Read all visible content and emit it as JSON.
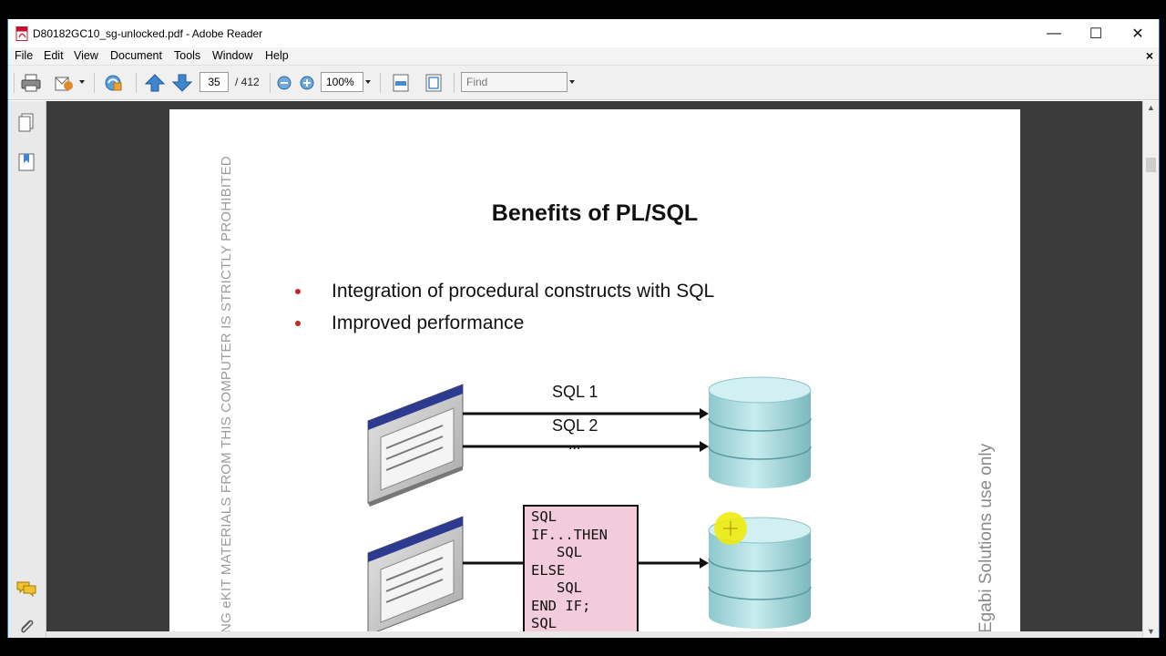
{
  "window": {
    "title": "D80182GC10_sg-unlocked.pdf - Adobe Reader",
    "controls": {
      "minimize": "—",
      "maximize": "☐",
      "close": "✕"
    }
  },
  "menubar": {
    "items": [
      "File",
      "Edit",
      "View",
      "Document",
      "Tools",
      "Window",
      "Help"
    ],
    "close_doc": "×"
  },
  "toolbar": {
    "current_page": "35",
    "total_pages": "/ 412",
    "zoom": "100%",
    "find_placeholder": "Find"
  },
  "icons": {
    "print": "printer-icon",
    "email": "envelope-icon",
    "create": "create-pdf-icon",
    "prev": "arrow-up-icon",
    "next": "arrow-down-icon",
    "zoom_out": "zoom-out-icon",
    "zoom_in": "zoom-in-icon",
    "fit_width": "fit-width-icon",
    "fit_page": "fit-page-icon",
    "pages_panel": "pages-icon",
    "bookmarks_panel": "bookmarks-icon",
    "comments": "comments-icon",
    "attachments": "paperclip-icon"
  },
  "slide": {
    "title": "Benefits of PL/SQL",
    "bullets": [
      "Integration of procedural constructs with SQL",
      "Improved performance"
    ],
    "diagram": {
      "top_labels": [
        "SQL 1",
        "SQL 2",
        "..."
      ],
      "code_lines": [
        "SQL",
        "IF...THEN",
        "   SQL",
        "ELSE",
        "   SQL",
        "END IF;",
        "SQL"
      ]
    },
    "watermark_left": "NG eKIT MATERIALS FROM THIS COMPUTER IS STRICTLY PROHIBITED",
    "watermark_right": "Egabi Solutions use only"
  },
  "colors": {
    "accent_window_border": "#1e7ad6",
    "bullet": "#c62828",
    "code_box": "#f3ccdc",
    "database": "#bfe3e6",
    "doc_background": "#3b3b3b"
  }
}
